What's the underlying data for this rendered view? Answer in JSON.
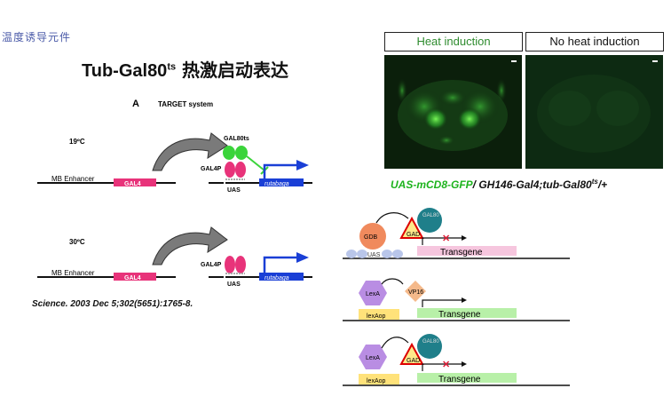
{
  "corner_label": "温度诱导元件",
  "title": {
    "main": "Tub-Gal80",
    "sup": "ts",
    "cn": " 热激启动表达"
  },
  "target": {
    "panel_letter": "A",
    "system_label": "TARGET system",
    "temp_19": "19ºC",
    "temp_30": "30ºC",
    "enhancer": "MB Enhancer",
    "gal4": "GAL4",
    "gal80ts": "GAL80ts",
    "gal4p": "GAL4P",
    "uas": "UAS",
    "rutabaga": "rutabaga"
  },
  "citation": "Science. 2003 Dec 5;302(5651):1765-8.",
  "micro": {
    "heat_label": "Heat induction",
    "noheat_label": "No heat induction"
  },
  "genotype": {
    "green": "UAS-mCD8-GFP",
    "rest": "/ GH146-Gal4;tub-Gal80",
    "sup": "ts",
    "end": "/+"
  },
  "schematic": {
    "gdb": "GDB",
    "gal80": "GAL80",
    "gad": "GAD",
    "uas": "UAS",
    "transgene": "Transgene",
    "lexa": "LexA",
    "vp16": "VP16",
    "lexaop": "lexAop"
  },
  "colors": {
    "gal4_pink": "#e8337a",
    "gal80_green": "#3bd43b",
    "rutabaga_blue": "#1a3fd6",
    "gfp_green": "#1db31d",
    "gdb_orange": "#f08a5d",
    "gal80_teal": "#1f7f8a",
    "lexa_purple": "#b98de3",
    "vp16_peach": "#f5b98a",
    "transgene_green": "#b8f0a8",
    "transgene_pink": "#f6c6de"
  }
}
